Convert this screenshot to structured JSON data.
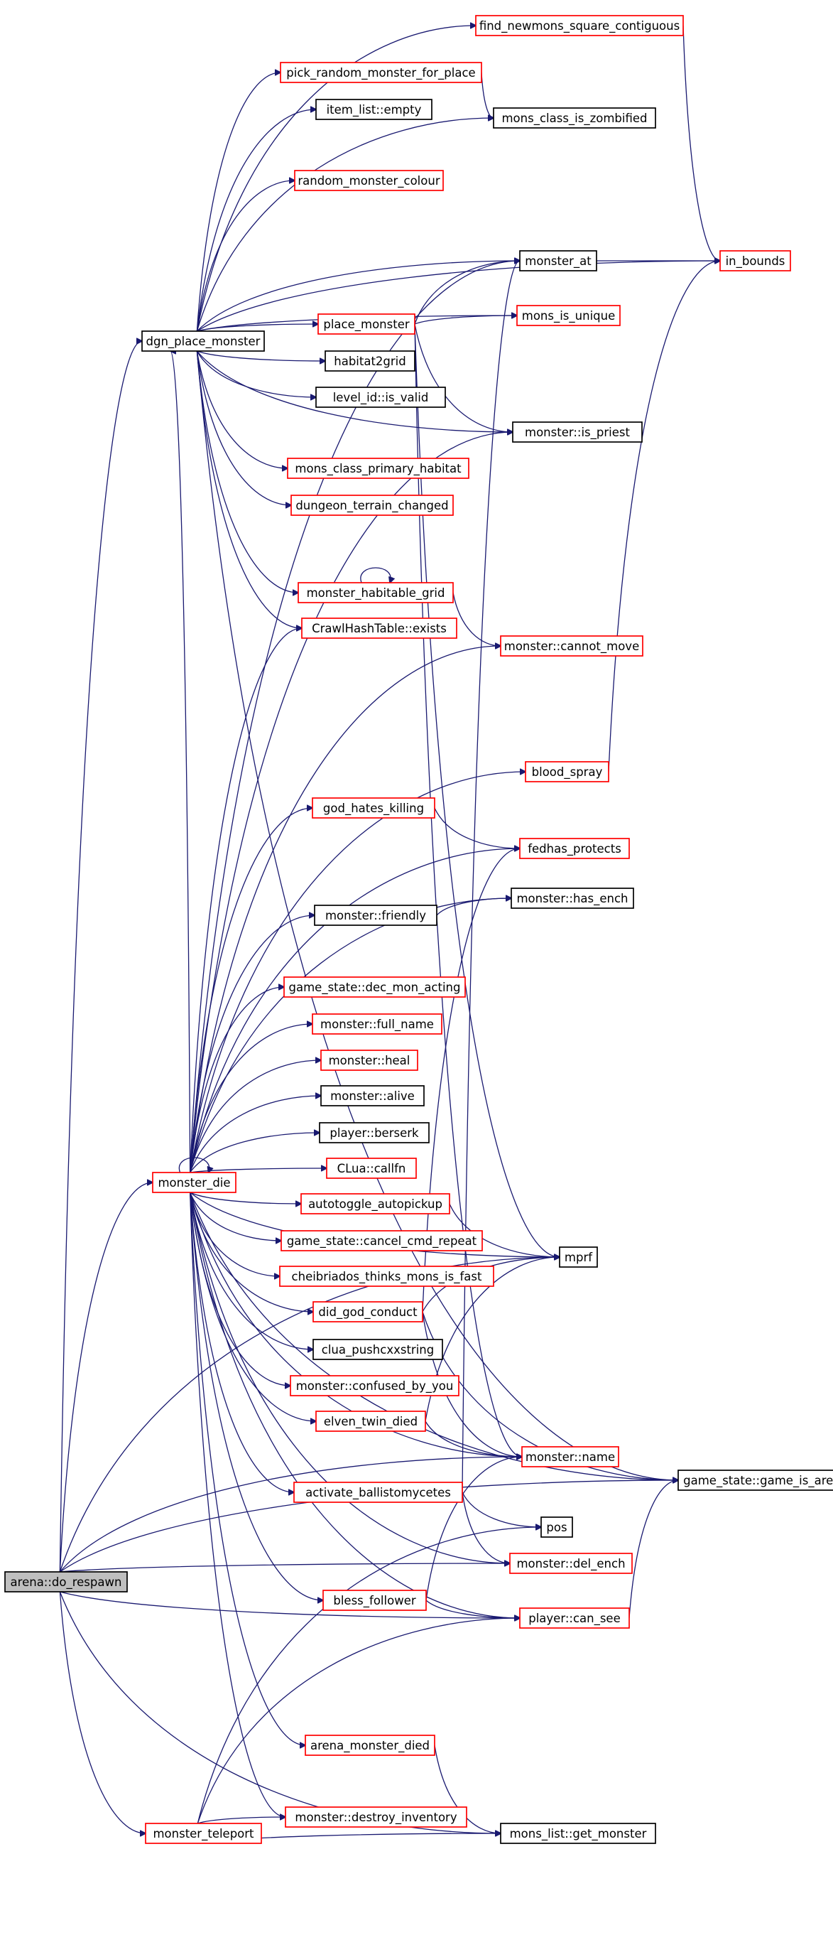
{
  "colors": {
    "edge": "#191970",
    "normal_border": "#ff0000",
    "plain_border": "#000000",
    "root_fill": "#bfbfbf"
  },
  "graph": {
    "nodes": [
      {
        "id": "root",
        "label": "arena::do_respawn",
        "style": "root"
      },
      {
        "id": "dgn",
        "label": "dgn_place_monster",
        "style": "black"
      },
      {
        "id": "md",
        "label": "monster_die",
        "style": "red"
      },
      {
        "id": "mt",
        "label": "monster_teleport",
        "style": "red"
      },
      {
        "id": "fnsc",
        "label": "find_newmons_square_contiguous",
        "style": "red"
      },
      {
        "id": "prm",
        "label": "pick_random_monster_for_place",
        "style": "red"
      },
      {
        "id": "ile",
        "label": "item_list::empty",
        "style": "black"
      },
      {
        "id": "mciz",
        "label": "mons_class_is_zombified",
        "style": "black"
      },
      {
        "id": "rmc",
        "label": "random_monster_colour",
        "style": "red"
      },
      {
        "id": "mat",
        "label": "monster_at",
        "style": "black"
      },
      {
        "id": "inb",
        "label": "in_bounds",
        "style": "red"
      },
      {
        "id": "pm",
        "label": "place_monster",
        "style": "red"
      },
      {
        "id": "miu",
        "label": "mons_is_unique",
        "style": "red"
      },
      {
        "id": "h2g",
        "label": "habitat2grid",
        "style": "black"
      },
      {
        "id": "liv",
        "label": "level_id::is_valid",
        "style": "black"
      },
      {
        "id": "mip",
        "label": "monster::is_priest",
        "style": "black"
      },
      {
        "id": "mcph",
        "label": "mons_class_primary_habitat",
        "style": "red"
      },
      {
        "id": "dtc",
        "label": "dungeon_terrain_changed",
        "style": "red"
      },
      {
        "id": "mhg",
        "label": "monster_habitable_grid",
        "style": "red"
      },
      {
        "id": "che",
        "label": "CrawlHashTable::exists",
        "style": "red"
      },
      {
        "id": "mcm",
        "label": "monster::cannot_move",
        "style": "red"
      },
      {
        "id": "bs",
        "label": "blood_spray",
        "style": "red"
      },
      {
        "id": "ghk",
        "label": "god_hates_killing",
        "style": "red"
      },
      {
        "id": "fp",
        "label": "fedhas_protects",
        "style": "red"
      },
      {
        "id": "mfr",
        "label": "monster::friendly",
        "style": "black"
      },
      {
        "id": "mhe",
        "label": "monster::has_ench",
        "style": "black"
      },
      {
        "id": "gsdma",
        "label": "game_state::dec_mon_acting",
        "style": "red"
      },
      {
        "id": "mfn",
        "label": "monster::full_name",
        "style": "red"
      },
      {
        "id": "mh",
        "label": "monster::heal",
        "style": "red"
      },
      {
        "id": "mal",
        "label": "monster::alive",
        "style": "black"
      },
      {
        "id": "pb",
        "label": "player::berserk",
        "style": "black"
      },
      {
        "id": "clc",
        "label": "CLua::callfn",
        "style": "red"
      },
      {
        "id": "aap",
        "label": "autotoggle_autopickup",
        "style": "red"
      },
      {
        "id": "mprf",
        "label": "mprf",
        "style": "black"
      },
      {
        "id": "gsccr",
        "label": "game_state::cancel_cmd_repeat",
        "style": "red"
      },
      {
        "id": "ctmf",
        "label": "cheibriados_thinks_mons_is_fast",
        "style": "red"
      },
      {
        "id": "dgc",
        "label": "did_god_conduct",
        "style": "red"
      },
      {
        "id": "cps",
        "label": "clua_pushcxxstring",
        "style": "black"
      },
      {
        "id": "mcby",
        "label": "monster::confused_by_you",
        "style": "red"
      },
      {
        "id": "etd",
        "label": "elven_twin_died",
        "style": "red"
      },
      {
        "id": "mn",
        "label": "monster::name",
        "style": "red"
      },
      {
        "id": "gsgia",
        "label": "game_state::game_is_arena",
        "style": "black"
      },
      {
        "id": "ab",
        "label": "activate_ballistomycetes",
        "style": "red"
      },
      {
        "id": "pos",
        "label": "pos",
        "style": "black"
      },
      {
        "id": "mde",
        "label": "monster::del_ench",
        "style": "red"
      },
      {
        "id": "bf",
        "label": "bless_follower",
        "style": "red"
      },
      {
        "id": "pcs",
        "label": "player::can_see",
        "style": "red"
      },
      {
        "id": "amd",
        "label": "arena_monster_died",
        "style": "red"
      },
      {
        "id": "mdi",
        "label": "monster::destroy_inventory",
        "style": "red"
      },
      {
        "id": "mlgm",
        "label": "mons_list::get_monster",
        "style": "black"
      }
    ],
    "edges": [
      [
        "root",
        "dgn"
      ],
      [
        "root",
        "md"
      ],
      [
        "root",
        "mt"
      ],
      [
        "root",
        "mprf"
      ],
      [
        "root",
        "mn"
      ],
      [
        "root",
        "pcs"
      ],
      [
        "root",
        "gsgia"
      ],
      [
        "root",
        "mde"
      ],
      [
        "root",
        "mlgm"
      ],
      [
        "dgn",
        "fnsc"
      ],
      [
        "dgn",
        "prm"
      ],
      [
        "dgn",
        "ile"
      ],
      [
        "dgn",
        "mciz"
      ],
      [
        "dgn",
        "rmc"
      ],
      [
        "dgn",
        "mat"
      ],
      [
        "dgn",
        "inb"
      ],
      [
        "dgn",
        "pm"
      ],
      [
        "dgn",
        "miu"
      ],
      [
        "dgn",
        "h2g"
      ],
      [
        "dgn",
        "liv"
      ],
      [
        "dgn",
        "mip"
      ],
      [
        "dgn",
        "mcph"
      ],
      [
        "dgn",
        "dtc"
      ],
      [
        "dgn",
        "mhg"
      ],
      [
        "dgn",
        "che"
      ],
      [
        "dgn",
        "gsgia"
      ],
      [
        "prm",
        "mciz"
      ],
      [
        "fnsc",
        "inb"
      ],
      [
        "mat",
        "inb"
      ],
      [
        "pm",
        "mat"
      ],
      [
        "pm",
        "miu"
      ],
      [
        "pm",
        "mip"
      ],
      [
        "pm",
        "mprf"
      ],
      [
        "pm",
        "mn"
      ],
      [
        "mhg",
        "mhg"
      ],
      [
        "mhg",
        "mcm"
      ],
      [
        "md",
        "md"
      ],
      [
        "md",
        "dgn"
      ],
      [
        "md",
        "mat"
      ],
      [
        "md",
        "mip"
      ],
      [
        "md",
        "che"
      ],
      [
        "md",
        "mcm"
      ],
      [
        "md",
        "bs"
      ],
      [
        "md",
        "ghk"
      ],
      [
        "md",
        "fp"
      ],
      [
        "md",
        "mfr"
      ],
      [
        "md",
        "mhe"
      ],
      [
        "md",
        "gsdma"
      ],
      [
        "md",
        "mfn"
      ],
      [
        "md",
        "mh"
      ],
      [
        "md",
        "mal"
      ],
      [
        "md",
        "pb"
      ],
      [
        "md",
        "clc"
      ],
      [
        "md",
        "aap"
      ],
      [
        "md",
        "mprf"
      ],
      [
        "md",
        "gsccr"
      ],
      [
        "md",
        "ctmf"
      ],
      [
        "md",
        "dgc"
      ],
      [
        "md",
        "cps"
      ],
      [
        "md",
        "mcby"
      ],
      [
        "md",
        "etd"
      ],
      [
        "md",
        "mn"
      ],
      [
        "md",
        "gsgia"
      ],
      [
        "md",
        "ab"
      ],
      [
        "md",
        "mde"
      ],
      [
        "md",
        "bf"
      ],
      [
        "md",
        "pcs"
      ],
      [
        "md",
        "amd"
      ],
      [
        "md",
        "mdi"
      ],
      [
        "bs",
        "inb"
      ],
      [
        "ghk",
        "fp"
      ],
      [
        "mfr",
        "mhe"
      ],
      [
        "aap",
        "mprf"
      ],
      [
        "dgc",
        "mprf"
      ],
      [
        "dgc",
        "mn"
      ],
      [
        "dgc",
        "gsgia"
      ],
      [
        "dgc",
        "fp"
      ],
      [
        "etd",
        "mprf"
      ],
      [
        "etd",
        "mn"
      ],
      [
        "ab",
        "pos"
      ],
      [
        "ab",
        "mde"
      ],
      [
        "ab",
        "mat"
      ],
      [
        "bf",
        "pcs"
      ],
      [
        "bf",
        "mn"
      ],
      [
        "pcs",
        "gsgia"
      ],
      [
        "amd",
        "mlgm"
      ],
      [
        "mt",
        "mdi"
      ],
      [
        "mt",
        "mlgm"
      ],
      [
        "mt",
        "pos"
      ],
      [
        "mt",
        "pcs"
      ]
    ]
  }
}
